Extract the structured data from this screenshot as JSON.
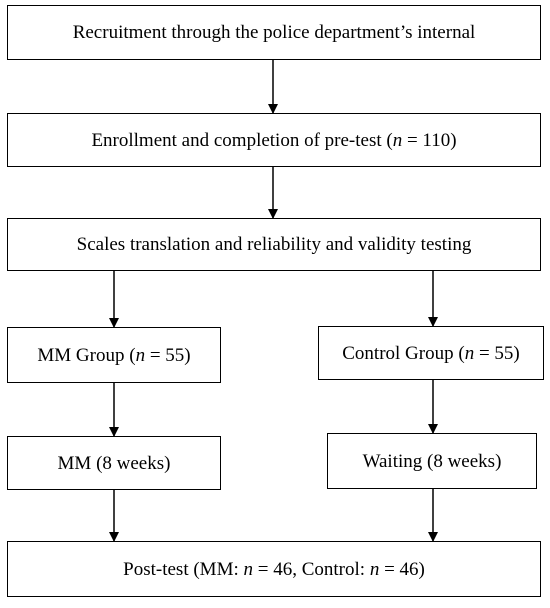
{
  "flowchart": {
    "recruitment": "Recruitment through the police department’s internal",
    "enrollment": {
      "text": "Enrollment and completion of pre-test (",
      "n_label": "n",
      "n_value": " = 110)"
    },
    "scales": "Scales translation and reliability and validity testing",
    "mm_group": {
      "text": "MM Group (",
      "n_label": "n",
      "n_value": " = 55)"
    },
    "control_group": {
      "text": "Control Group (",
      "n_label": "n",
      "n_value": " = 55)"
    },
    "mm_weeks": "MM (8 weeks)",
    "waiting_weeks": "Waiting (8 weeks)",
    "post_test": {
      "prefix": "Post-test (MM: ",
      "n1_label": "n",
      "mid": " = 46, Control: ",
      "n2_label": "n",
      "suffix": " = 46)"
    }
  }
}
